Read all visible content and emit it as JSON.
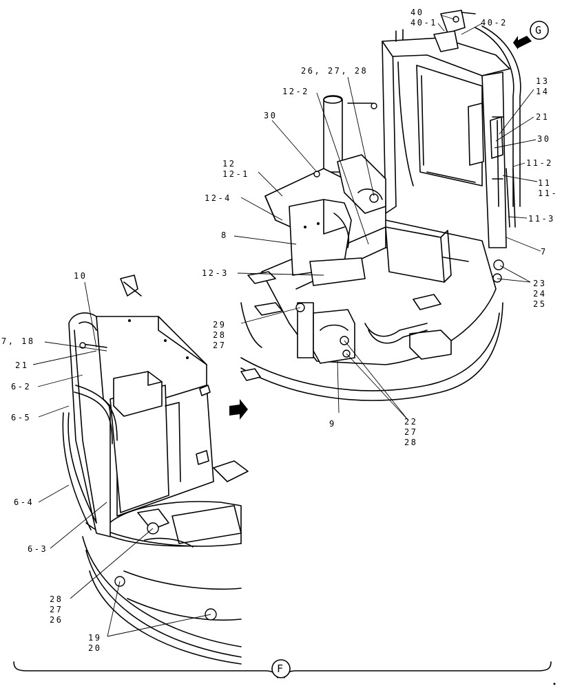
{
  "labels": {
    "l40": "40",
    "l40_1": "40-1",
    "l40_2": "40-2",
    "arrowG": "G",
    "l26_27_28": "26, 27, 28",
    "l12_2": "12-2",
    "l30_top": "30",
    "l12": "12",
    "l12_1": "12-1",
    "l12_4": "12-4",
    "l8": "8",
    "l12_3": "12-3",
    "l13": "13",
    "l14": "14",
    "l21_right": "21",
    "l30_right": "30",
    "l11_2": "11-2",
    "l11": "11",
    "l11_cut": "11-",
    "l11_3": "11-3",
    "l7_right": "7",
    "l23": "23",
    "l24": "24",
    "l25": "25",
    "l29": "29",
    "l28_mid": "28",
    "l27_mid": "27",
    "l9": "9",
    "l22": "22",
    "l27_low": "27",
    "l28_low": "28",
    "l10": "10",
    "l7_18": "7, 18",
    "l21_left": "21",
    "l6_2": "6-2",
    "l6_5": "6-5",
    "l6_4": "6-4",
    "l6_3": "6-3",
    "l28_bot": "28",
    "l27_bot": "27",
    "l26_bot": "26",
    "l19": "19",
    "l20": "20",
    "viewF": "F"
  }
}
